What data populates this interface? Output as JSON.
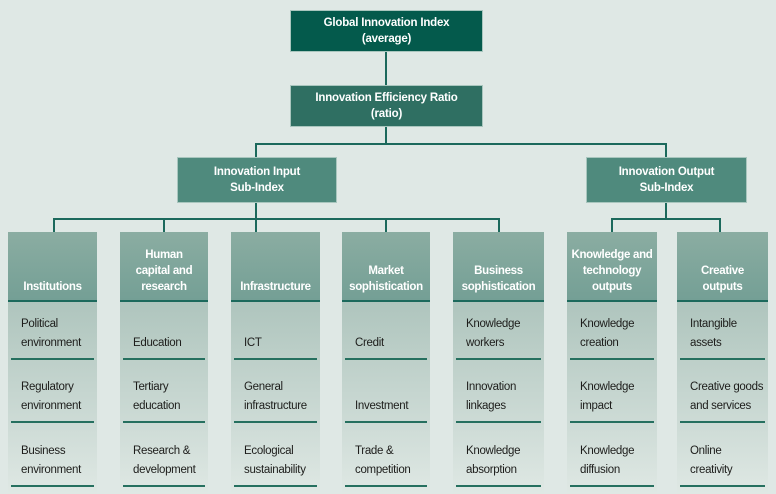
{
  "diagram": {
    "root": {
      "title": "Global Innovation Index",
      "subtitle": "(average)"
    },
    "efficiency": {
      "title": "Innovation Efficiency Ratio",
      "subtitle": "(ratio)"
    },
    "input_subindex": {
      "line1": "Innovation Input",
      "line2": "Sub-Index"
    },
    "output_subindex": {
      "line1": "Innovation Output",
      "line2": "Sub-Index"
    }
  },
  "pillars": [
    {
      "title_lines": [
        "Institutions"
      ],
      "items": [
        "Political environment",
        "Regulatory environment",
        "Business environment"
      ]
    },
    {
      "title_lines": [
        "Human",
        "capital and",
        "research"
      ],
      "items": [
        "Education",
        "Tertiary education",
        "Research & development"
      ]
    },
    {
      "title_lines": [
        "Infrastructure"
      ],
      "items": [
        "ICT",
        "General infrastructure",
        "Ecological sustainability"
      ]
    },
    {
      "title_lines": [
        "Market",
        "sophistication"
      ],
      "items": [
        "Credit",
        "Investment",
        "Trade & competition"
      ]
    },
    {
      "title_lines": [
        "Business",
        "sophistication"
      ],
      "items": [
        "Knowledge workers",
        "Innovation linkages",
        "Knowledge absorption"
      ]
    },
    {
      "title_lines": [
        "Knowledge and",
        "technology",
        "outputs"
      ],
      "items": [
        "Knowledge creation",
        "Knowledge impact",
        "Knowledge diffusion"
      ]
    },
    {
      "title_lines": [
        "Creative",
        "outputs"
      ],
      "items": [
        "Intangible assets",
        "Creative goods and services",
        "Online creativity"
      ]
    }
  ],
  "colors": {
    "background": "#dfe8e5",
    "root_box": "#045a4c",
    "ratio_box": "#2f6f62",
    "subindex_box": "#4f8a7d",
    "pillar_header_top": "#8bada2",
    "pillar_header_bottom": "#749f95",
    "pillar_gradient_top": "#9db8af",
    "pillar_gradient_bottom": "#dfe8e4",
    "connector": "#1c695c",
    "item_text": "#1d1d1b"
  }
}
